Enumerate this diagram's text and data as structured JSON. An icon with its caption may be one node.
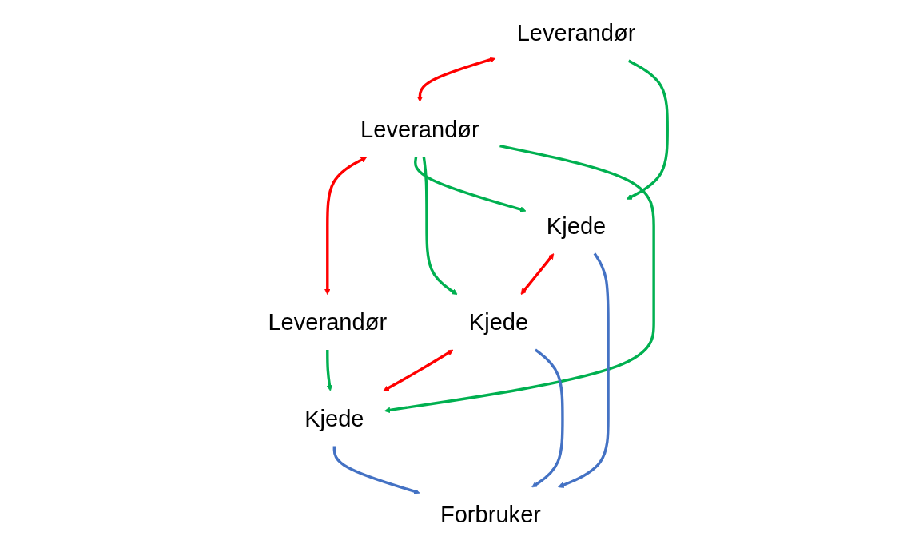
{
  "diagram": {
    "nodes": [
      {
        "text": [
          "Leverandør"
        ]
      },
      {
        "text": [
          "Leverandør"
        ]
      },
      {
        "text": [
          "Leverandør"
        ]
      },
      {
        "text": [
          "Kjede"
        ]
      },
      {
        "text": [
          "Kjede"
        ]
      },
      {
        "text": [
          "Kjede"
        ]
      },
      {
        "text": [
          "Forbruker"
        ]
      }
    ],
    "edges": [
      {
        "from": 0,
        "to": 1,
        "arrow": "both",
        "color": "#ff0000"
      },
      {
        "from": 1,
        "to": 2,
        "arrow": "both",
        "color": "#ff0000"
      },
      {
        "from": 0,
        "to": 3,
        "arrow": "to"
      },
      {
        "from": 1,
        "to": 3,
        "arrow": "to"
      },
      {
        "from": 1,
        "to": 4,
        "arrow": "to"
      },
      {
        "from": 1,
        "to": 5,
        "arrow": "to"
      },
      {
        "from": 2,
        "to": 5,
        "arrow": "to"
      },
      {
        "from": 3,
        "to": 4,
        "arrow": "both",
        "color": "#ff0000"
      },
      {
        "from": 4,
        "to": 5,
        "arrow": "both",
        "color": "#ff0000"
      },
      {
        "from": 3,
        "to": 6,
        "arrow": "to",
        "color": "#4472c4"
      },
      {
        "from": 4,
        "to": 6,
        "arrow": "to",
        "color": "#4472c4"
      },
      {
        "from": 5,
        "to": 6,
        "arrow": "to",
        "color": "#4472c4"
      }
    ]
  }
}
